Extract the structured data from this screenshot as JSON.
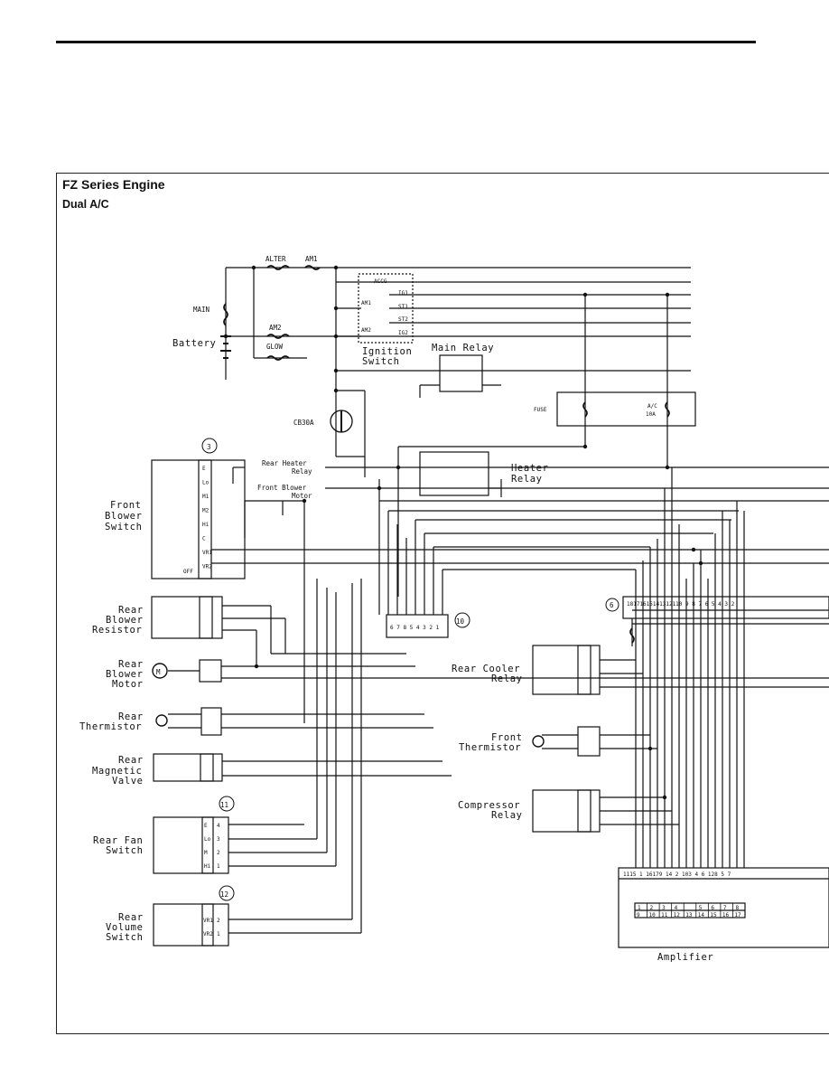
{
  "page": {
    "title": "FZ Series Engine",
    "subtitle": "Dual A/C"
  },
  "power": {
    "main": "MAIN",
    "battery": "Battery",
    "alter": "ALTER",
    "am1": "AM1",
    "am2": "AM2",
    "glow": "GLOW",
    "cb30a": "CB30A"
  },
  "ignition": {
    "label_line1": "Ignition",
    "label_line2": "Switch",
    "acc": "ACCG",
    "am1": "AM1",
    "am2": "AM2",
    "ig1": "IG1",
    "st1": "ST1",
    "st2": "ST2",
    "ig2": "IG2"
  },
  "main_relay": {
    "label": "Main Relay"
  },
  "fuse_box": {
    "fuse": "FUSE",
    "ac_line1": "A/C",
    "ac_line2": "10A"
  },
  "heater_relay": {
    "label_line1": "Heater",
    "label_line2": "Relay"
  },
  "arrows": {
    "rear_heater_relay_1": "Rear Heater",
    "rear_heater_relay_2": "Relay",
    "front_blower_motor_1": "Front Blower",
    "front_blower_motor_2": "Motor"
  },
  "front_blower_switch": {
    "number": "3",
    "label_line1": "Front",
    "label_line2": "Blower",
    "label_line3": "Switch",
    "pins": [
      "E",
      "Lo",
      "M1",
      "M2",
      "Hi",
      "C",
      "VR1",
      "VR2"
    ],
    "off": "OFF"
  },
  "connector_10": {
    "number": "10",
    "pins": "6 7 8 5 4 3 2 1"
  },
  "connector_6": {
    "number": "6",
    "pins": "18171615141312110 9 8 7 6 5 4 3 2"
  },
  "components_left": {
    "rear_blower_resistor": [
      "Rear",
      "Blower",
      "Resistor"
    ],
    "rear_blower_motor": [
      "Rear",
      "Blower",
      "Motor"
    ],
    "rear_thermistor": [
      "Rear",
      "Thermistor"
    ],
    "rear_magnetic_valve": [
      "Rear",
      "Magnetic",
      "Valve"
    ],
    "motor_symbol": "M"
  },
  "rear_fan_switch": {
    "number": "11",
    "label_line1": "Rear Fan",
    "label_line2": "Switch",
    "pin_names": [
      "E",
      "Lo",
      "M",
      "Hi"
    ],
    "pin_nums": [
      "4",
      "3",
      "2",
      "1"
    ]
  },
  "rear_volume_switch": {
    "number": "12",
    "label_line1": "Rear",
    "label_line2": "Volume",
    "label_line3": "Switch",
    "pin_names": [
      "VR1",
      "VR2"
    ],
    "pin_nums": [
      "2",
      "1"
    ]
  },
  "components_right": {
    "rear_cooler_relay": [
      "Rear Cooler",
      "Relay"
    ],
    "front_thermistor": [
      "Front",
      "Thermistor"
    ],
    "compressor_relay": [
      "Compressor",
      "Relay"
    ]
  },
  "amplifier": {
    "label": "Amplifier",
    "pin_row": "1115 1 16179 14  2    103 4 6 128 5 7",
    "grid_row1": [
      "1",
      "2",
      "3",
      "4",
      "",
      "5",
      "6",
      "7",
      "8"
    ],
    "grid_row2": [
      "9",
      "10",
      "11",
      "12",
      "13",
      "14",
      "15",
      "16",
      "17"
    ]
  }
}
